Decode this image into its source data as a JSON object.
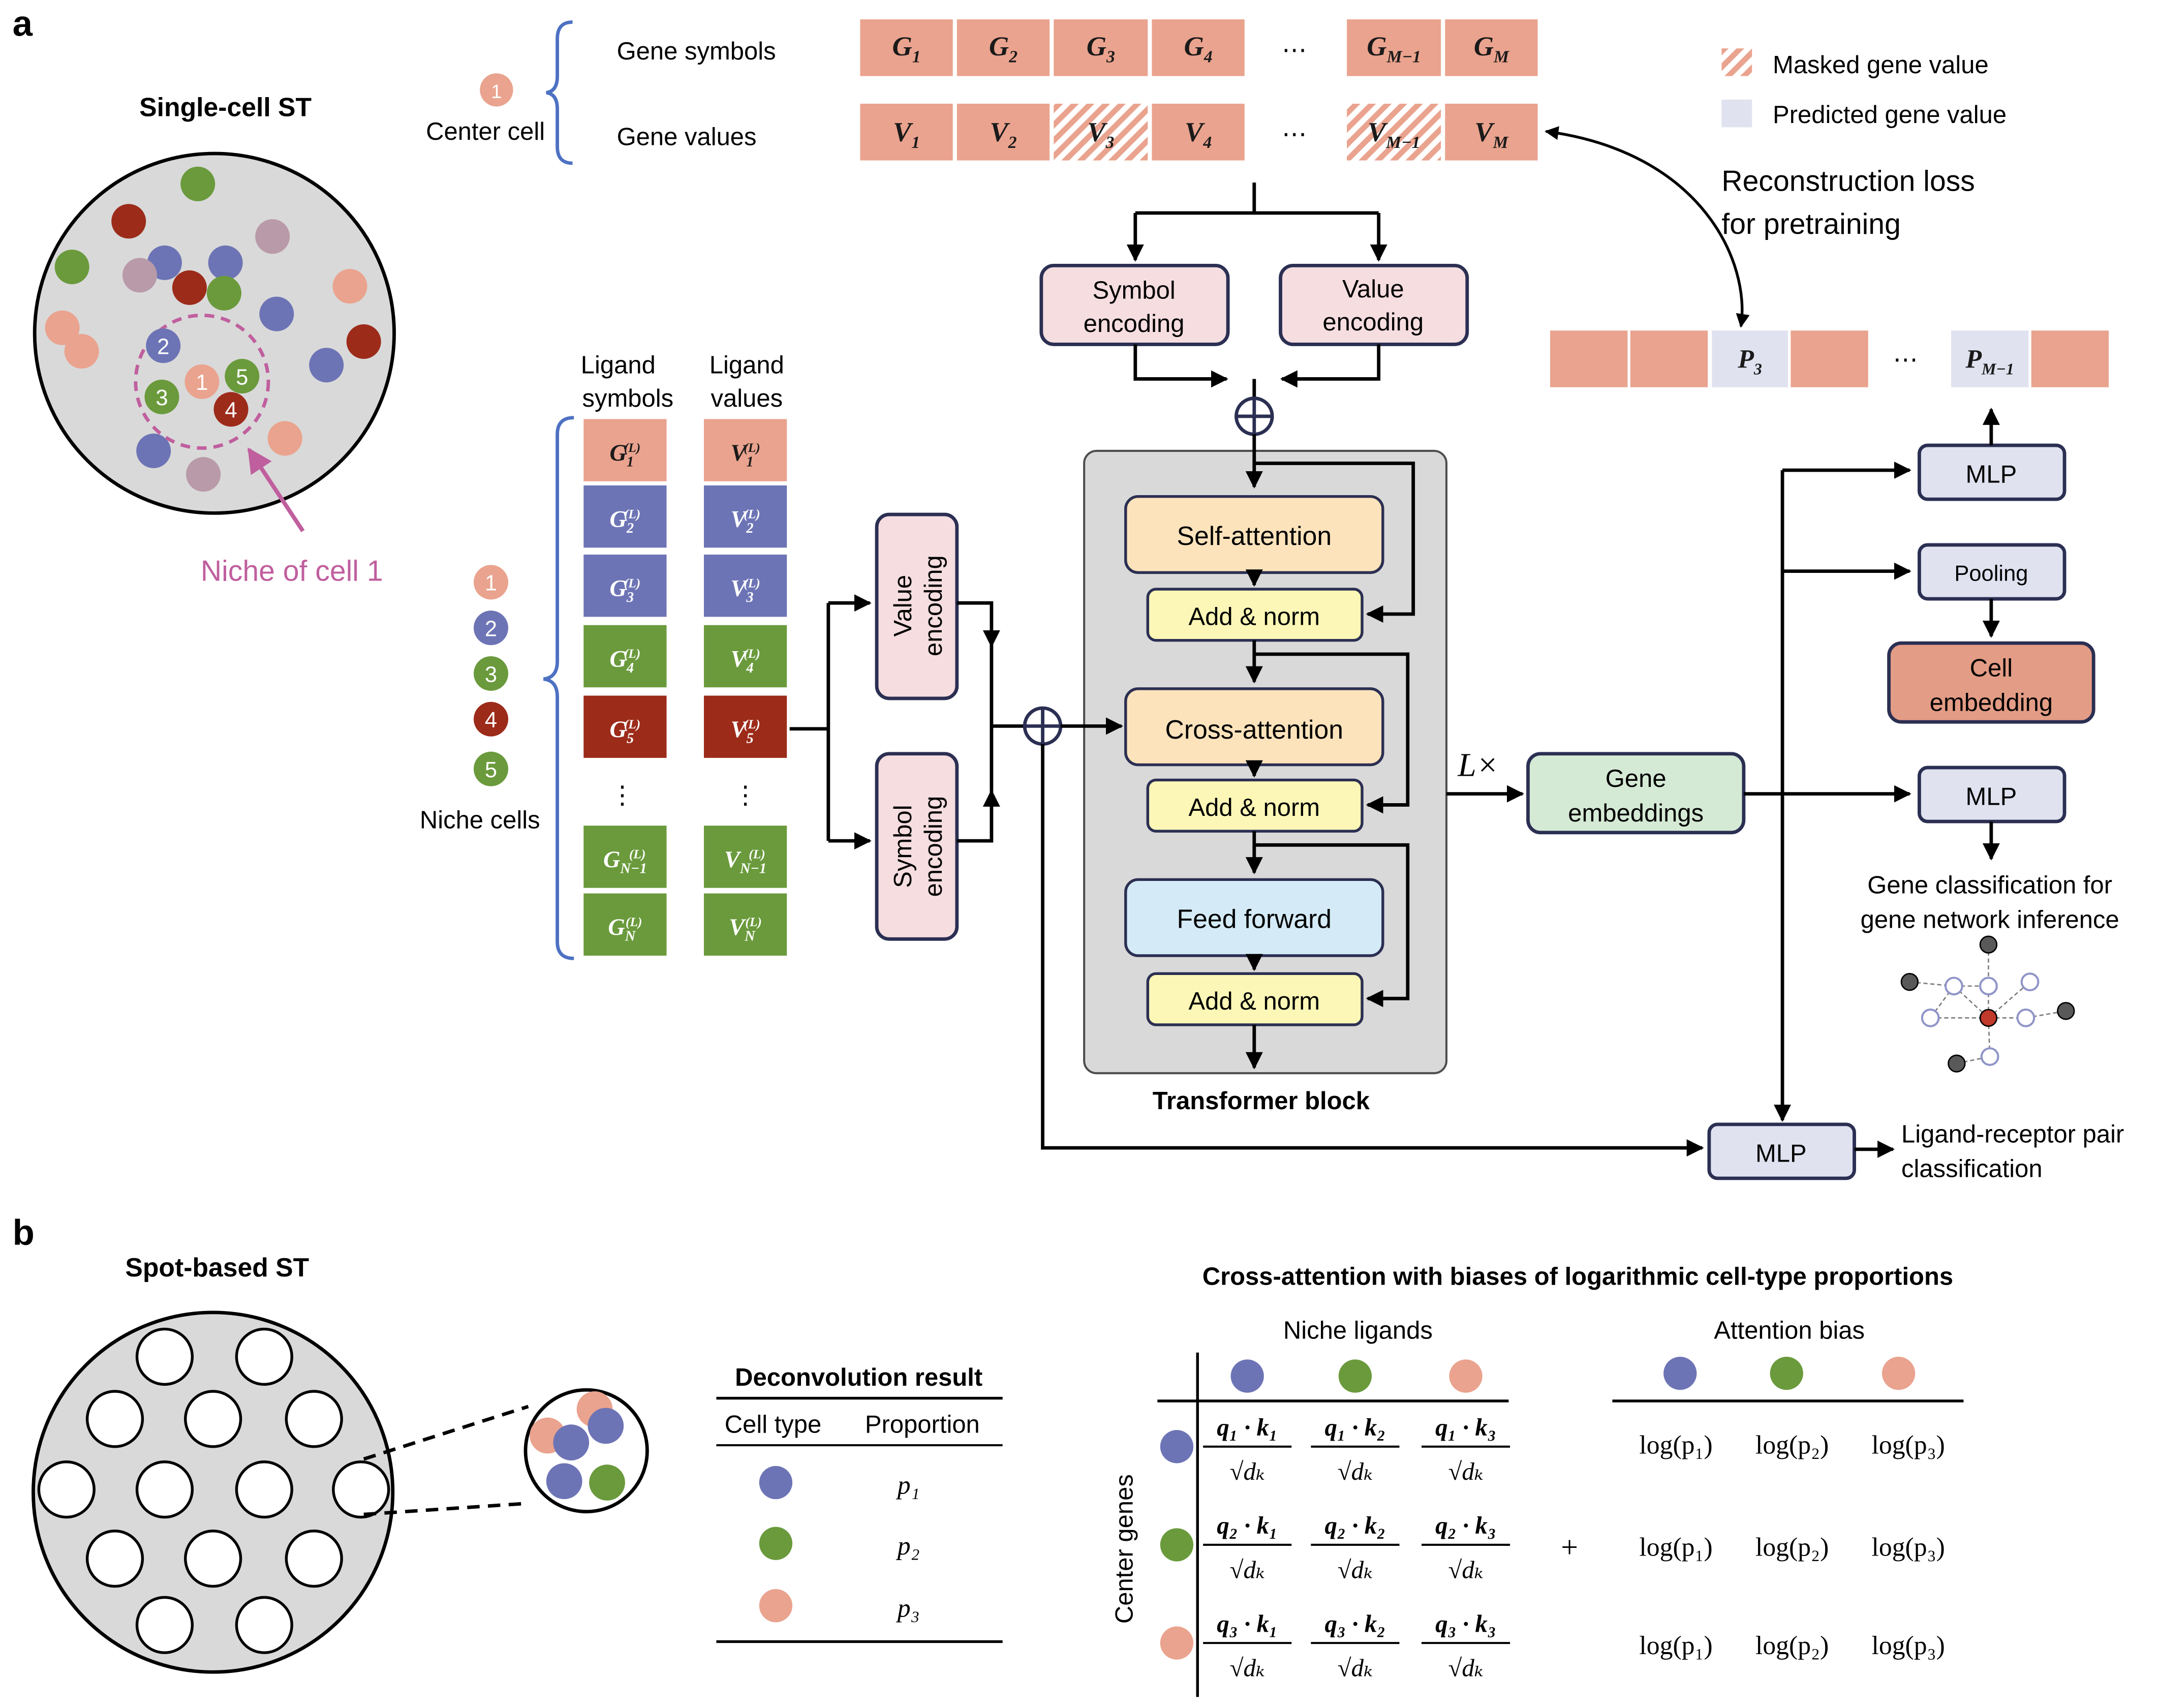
{
  "panel_a": {
    "label": "a",
    "single_cell_title": "Single-cell ST",
    "niche_of_cell": "Niche of cell 1",
    "center_cell_label": "Center cell",
    "center_cell_number": "1",
    "gene_symbols_label": "Gene symbols",
    "gene_values_label": "Gene values",
    "ellipsis": "⋯",
    "gene_symbol_cells": [
      {
        "base": "G",
        "sub": "1"
      },
      {
        "base": "G",
        "sub": "2"
      },
      {
        "base": "G",
        "sub": "3"
      },
      {
        "base": "G",
        "sub": "4"
      },
      {
        "base": "G",
        "sub": "M−1"
      },
      {
        "base": "G",
        "sub": "M"
      }
    ],
    "gene_value_cells": [
      {
        "base": "V",
        "sub": "1"
      },
      {
        "base": "V",
        "sub": "2"
      },
      {
        "base": "V",
        "sub": "3"
      },
      {
        "base": "V",
        "sub": "4"
      },
      {
        "base": "V",
        "sub": "M−1"
      },
      {
        "base": "V",
        "sub": "M"
      }
    ],
    "legend_masked": "Masked gene value",
    "legend_predicted": "Predicted gene value",
    "reconstruction_line1": "Reconstruction loss",
    "reconstruction_line2": "for pretraining",
    "pred_cells": [
      {
        "base": "P",
        "sub": "3"
      },
      {
        "base": "P",
        "sub": "M−1"
      }
    ],
    "symbol_encoding_line1": "Symbol",
    "symbol_encoding_line2": "encoding",
    "value_encoding_line1": "Value",
    "value_encoding_line2": "encoding",
    "ligand_symbols_line1": "Ligand",
    "ligand_symbols_line2": "symbols",
    "ligand_values_line1": "Ligand",
    "ligand_values_line2": "values",
    "ligand_symbol_cells": [
      {
        "base": "G",
        "sub": "1",
        "sup": "(L)"
      },
      {
        "base": "G",
        "sub": "2",
        "sup": "(L)"
      },
      {
        "base": "G",
        "sub": "3",
        "sup": "(L)"
      },
      {
        "base": "G",
        "sub": "4",
        "sup": "(L)"
      },
      {
        "base": "G",
        "sub": "5",
        "sup": "(L)"
      },
      {
        "base": "G",
        "sub": "N−1",
        "sup": "(L)"
      },
      {
        "base": "G",
        "sub": "N",
        "sup": "(L)"
      }
    ],
    "ligand_value_cells": [
      {
        "base": "V",
        "sub": "1",
        "sup": "(L)"
      },
      {
        "base": "V",
        "sub": "2",
        "sup": "(L)"
      },
      {
        "base": "V",
        "sub": "3",
        "sup": "(L)"
      },
      {
        "base": "V",
        "sub": "4",
        "sup": "(L)"
      },
      {
        "base": "V",
        "sub": "5",
        "sup": "(L)"
      },
      {
        "base": "V",
        "sub": "N−1",
        "sup": "(L)"
      },
      {
        "base": "V",
        "sub": "N",
        "sup": "(L)"
      }
    ],
    "vdots": "⋮",
    "niche_cell_numbers": [
      "1",
      "2",
      "3",
      "4",
      "5"
    ],
    "niche_cells_label": "Niche cells",
    "niche_value_encoding": "Value encoding",
    "niche_symbol_encoding": "Symbol encoding",
    "self_attention": "Self-attention",
    "add_norm": "Add & norm",
    "cross_attention": "Cross-attention",
    "feed_forward": "Feed forward",
    "transformer_block": "Transformer block",
    "layer_repeat": "L×",
    "gene_embeddings_line1": "Gene",
    "gene_embeddings_line2": "embeddings",
    "mlp": "MLP",
    "pooling": "Pooling",
    "cell_embedding_line1": "Cell",
    "cell_embedding_line2": "embedding",
    "gene_class_line1": "Gene classification for",
    "gene_class_line2": "gene network inference",
    "lr_line1": "Ligand-receptor pair",
    "lr_line2": "classification",
    "colors": {
      "salmon": "#eaa38e",
      "blue": "#6d74b5",
      "green": "#6a9a3c",
      "red": "#9c2b1a",
      "mauve": "#b99aa8",
      "pink_box": "#f5dde0",
      "yellow_box": "#fce3bc",
      "blue_box": "#d4ebf7",
      "add_norm": "#fcf7b6",
      "green_box": "#d5ead5",
      "lavender": "#e0e2f0",
      "cell_emb": "#e39c85",
      "magenta": "#c05f9e",
      "bracket": "#4d71c3"
    }
  },
  "panel_b": {
    "label": "b",
    "spot_title": "Spot-based ST",
    "deconv_title": "Deconvolution result",
    "cell_type_header": "Cell type",
    "proportion_header": "Proportion",
    "proportions": [
      "p₁",
      "p₂",
      "p₃"
    ],
    "cross_title": "Cross-attention with biases of logarithmic cell-type proportions",
    "niche_ligands": "Niche ligands",
    "center_genes": "Center genes",
    "attention_bias": "Attention bias",
    "plus": "+",
    "qk_numerators": [
      [
        "q₁ · k₁",
        "q₁ · k₂",
        "q₁ · k₃"
      ],
      [
        "q₂ · k₁",
        "q₂ · k₂",
        "q₂ · k₃"
      ],
      [
        "q₃ · k₁",
        "q₃ · k₂",
        "q₃ · k₃"
      ]
    ],
    "qk_denominator": "√dₖ",
    "bias_values": [
      [
        "log(p₁)",
        "log(p₂)",
        "log(p₃)"
      ],
      [
        "log(p₁)",
        "log(p₂)",
        "log(p₃)"
      ],
      [
        "log(p₁)",
        "log(p₂)",
        "log(p₃)"
      ]
    ]
  }
}
